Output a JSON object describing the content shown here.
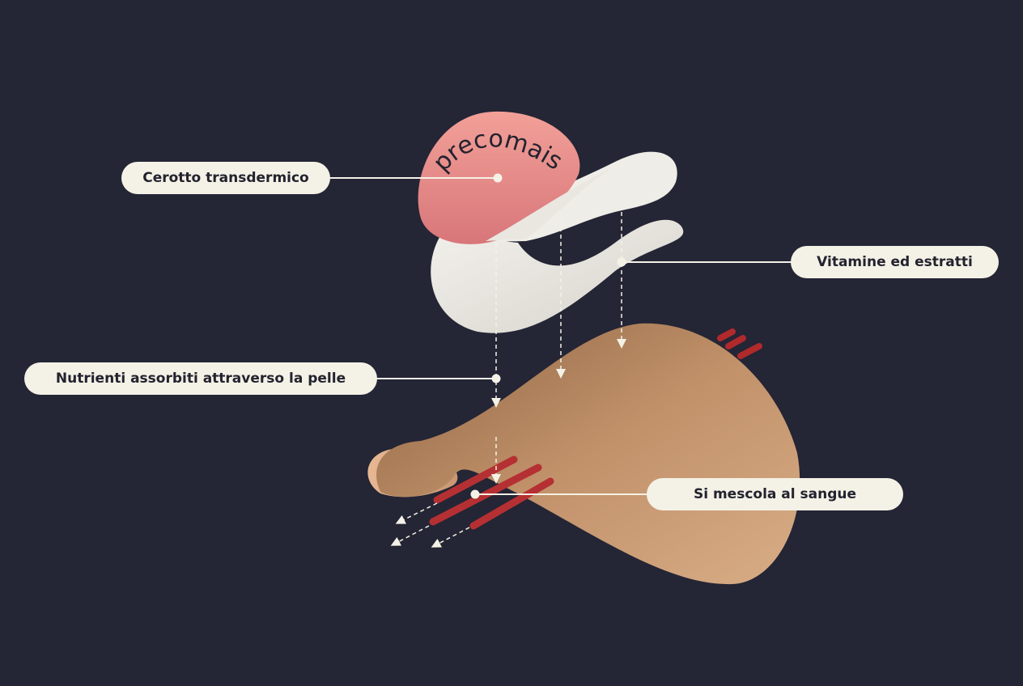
{
  "brand": "precomais",
  "labels": {
    "patch": "Cerotto transdermico",
    "vitamins": "Vitamine ed estratti",
    "nutrients": "Nutrienti assorbiti attraverso la pelle",
    "blood": "Si mescola al sangue"
  },
  "colors": {
    "background": "#242535",
    "label_bg": "#f4f1e6",
    "patch": "#ee8f88",
    "skin": "#c99a72",
    "vessel": "#b02a2c"
  }
}
